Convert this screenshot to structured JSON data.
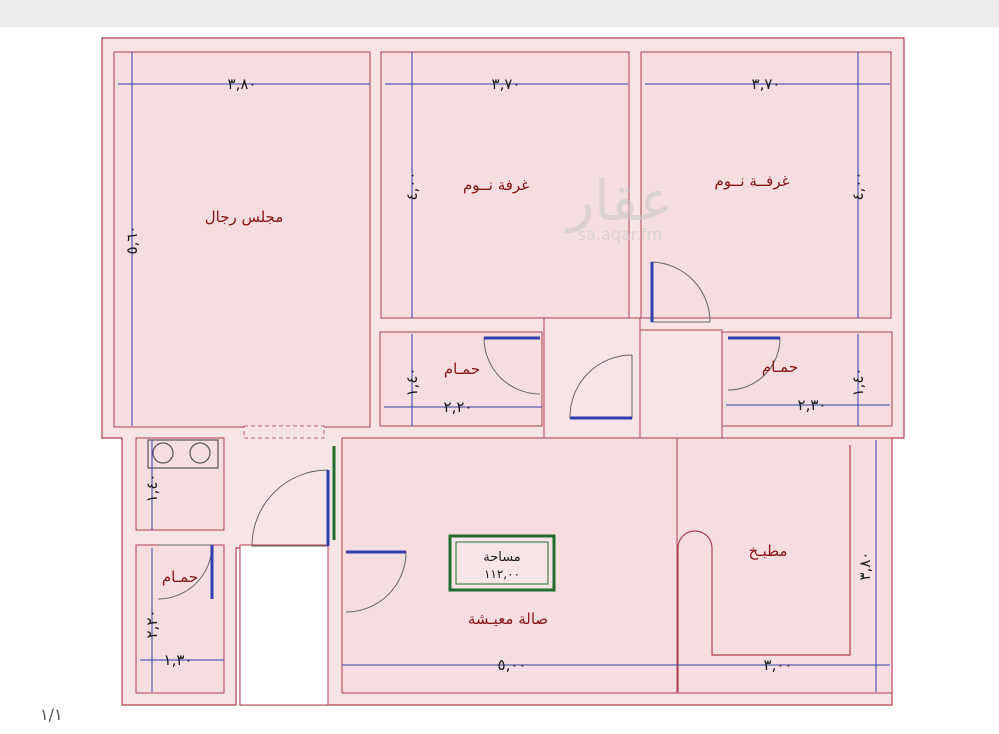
{
  "rooms": {
    "majlis": "مجلس رجال",
    "bedroom_1": "غرفة  نــوم",
    "bedroom_2": "غرفــة  نــوم",
    "bath_1": "حمـام",
    "bath_2": "حمـام",
    "bath_3": "حمـام",
    "kitchen": "مطبـخ",
    "living": "صالة معيـشة"
  },
  "area_box": {
    "label": "مساحة",
    "value": "١١٢,٠٠"
  },
  "dimensions": {
    "majlis_width": "٣,٨٠",
    "majlis_length": "٥,٦٠",
    "bedroom_1_width": "٣,٧٠",
    "bedroom_1_length": "٤,٠٠",
    "bedroom_2_width": "٣,٧٠",
    "bedroom_2_length": "٤,٠٠",
    "bath_1_width": "٢,٢٠",
    "bath_1_length": "١,٤٠",
    "bath_2_width": "٢,٣٠",
    "bath_2_length": "١,٤٠",
    "laundry_length": "١,٤٠",
    "bath_3_length": "٢,٢٠",
    "bath_3_width": "١,٣٠",
    "living_width": "٥,٠٠",
    "kitchen_width": "٣,٠٠",
    "kitchen_length": "٣,٨٠"
  },
  "watermark": {
    "logo": "عقار",
    "url": "sa.aqar.fm"
  },
  "page_number": "١/١",
  "colors": {
    "floor": "#f7e4e6",
    "wall_edge": "#b04050",
    "dim_line": "#3040b0",
    "label": "#8a1212",
    "box_border": "#1f6e2e"
  }
}
